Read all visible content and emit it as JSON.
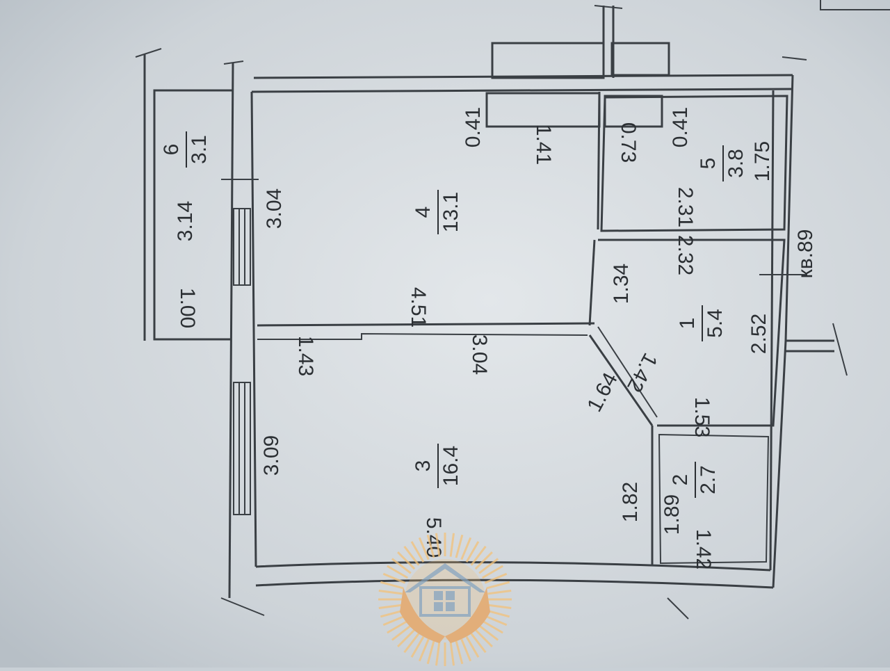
{
  "plan": {
    "apartment_label": "кв.89",
    "rooms": [
      {
        "number": "1",
        "area": "5.4"
      },
      {
        "number": "2",
        "area": "2.7"
      },
      {
        "number": "3",
        "area": "16.4"
      },
      {
        "number": "4",
        "area": "13.1"
      },
      {
        "number": "5",
        "area": "3.8"
      },
      {
        "number": "6",
        "area": "3.1"
      }
    ],
    "dimensions": {
      "balcony_length": "3.14",
      "balcony_width": "1.00",
      "room4_window_wall": "3.04",
      "room4_inner_wall": "4.51",
      "room4_niche_depth": "0.41",
      "room4_niche_width": "1.41",
      "room3_window_wall": "3.09",
      "room3_top_wall": "3.04",
      "room3_entry_offset": "1.43",
      "room3_diagonal": "1.64",
      "room3_right_wall": "1.82",
      "room3_bottom_wall": "5.40",
      "hall_top": "1.34",
      "hall_diagonal": "1.42",
      "hall_bottom": "1.53",
      "hall_right": "2.52",
      "hall_width": "2.32",
      "bath_width": "2.31",
      "bath_length": "1.75",
      "bath_niche_width": "0.73",
      "bath_niche_depth": "0.41",
      "wc_length": "1.89",
      "wc_width": "1.42"
    }
  },
  "watermark": {
    "colors": {
      "sun": "#f3c27a",
      "house": "#8aa3b8",
      "hands": "#e9a25a"
    }
  }
}
